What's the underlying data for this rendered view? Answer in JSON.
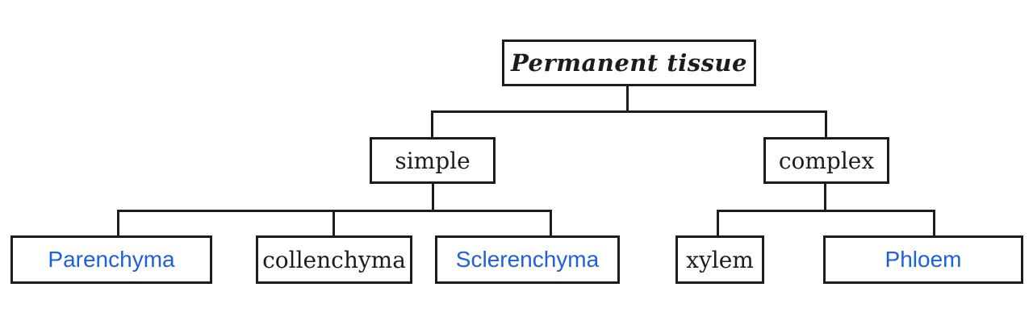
{
  "diagram": {
    "type": "tree",
    "title": "Permanent tissue",
    "colors": {
      "background": "#ffffff",
      "line": "#1c1c1c",
      "highlight_text": "#1c60df",
      "normal_text": "#1c1c1c"
    },
    "nodes": {
      "root": {
        "label": "Permanent tissue"
      },
      "simple": {
        "label": "simple"
      },
      "complex": {
        "label": "complex"
      },
      "parenchyma": {
        "label": "Parenchyma"
      },
      "collenchyma": {
        "label": "collenchyma"
      },
      "sclerenchyma": {
        "label": "Sclerenchyma"
      },
      "xylem": {
        "label": "xylem"
      },
      "phloem": {
        "label": "Phloem"
      }
    },
    "hierarchy": [
      {
        "parent": "Permanent tissue",
        "children": [
          "simple",
          "complex"
        ]
      },
      {
        "parent": "simple",
        "children": [
          "Parenchyma",
          "collenchyma",
          "Sclerenchyma"
        ]
      },
      {
        "parent": "complex",
        "children": [
          "xylem",
          "Phloem"
        ]
      }
    ],
    "highlighted_nodes": [
      "Parenchyma",
      "Sclerenchyma",
      "Phloem"
    ]
  }
}
